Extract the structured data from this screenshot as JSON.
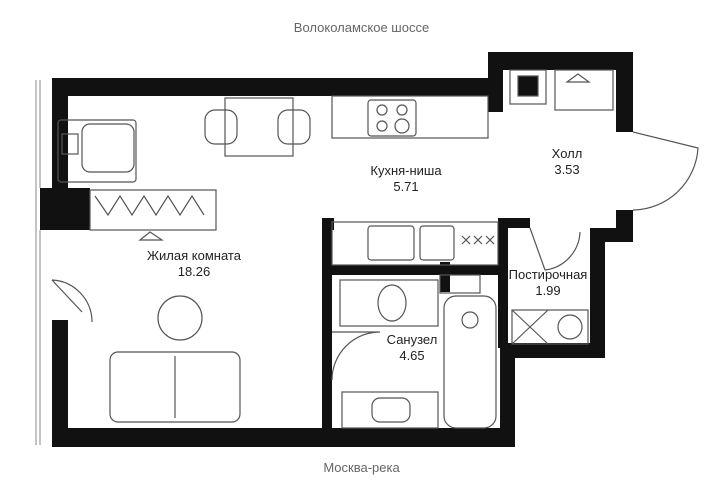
{
  "streets": {
    "top": "Волоколамское шоссе",
    "bottom": "Москва-река"
  },
  "rooms": {
    "living": {
      "name": "Жилая комната",
      "area": "18.26"
    },
    "kitchen": {
      "name": "Кухня-ниша",
      "area": "5.71"
    },
    "hall": {
      "name": "Холл",
      "area": "3.53"
    },
    "laundry": {
      "name": "Постирочная",
      "area": "1.99"
    },
    "bathroom": {
      "name": "Санузел",
      "area": "4.65"
    }
  },
  "colors": {
    "wall": "#111111",
    "furniture": "#555555",
    "window": "#888888",
    "text": "#222222",
    "street_text": "#666666"
  },
  "icons": [
    "stove-icon",
    "sink-icon",
    "toilet-icon",
    "bathtub-icon",
    "washing-machine-icon",
    "wardrobe-icon",
    "sofa-icon",
    "dining-table-icon",
    "desk-icon",
    "door-icon"
  ]
}
